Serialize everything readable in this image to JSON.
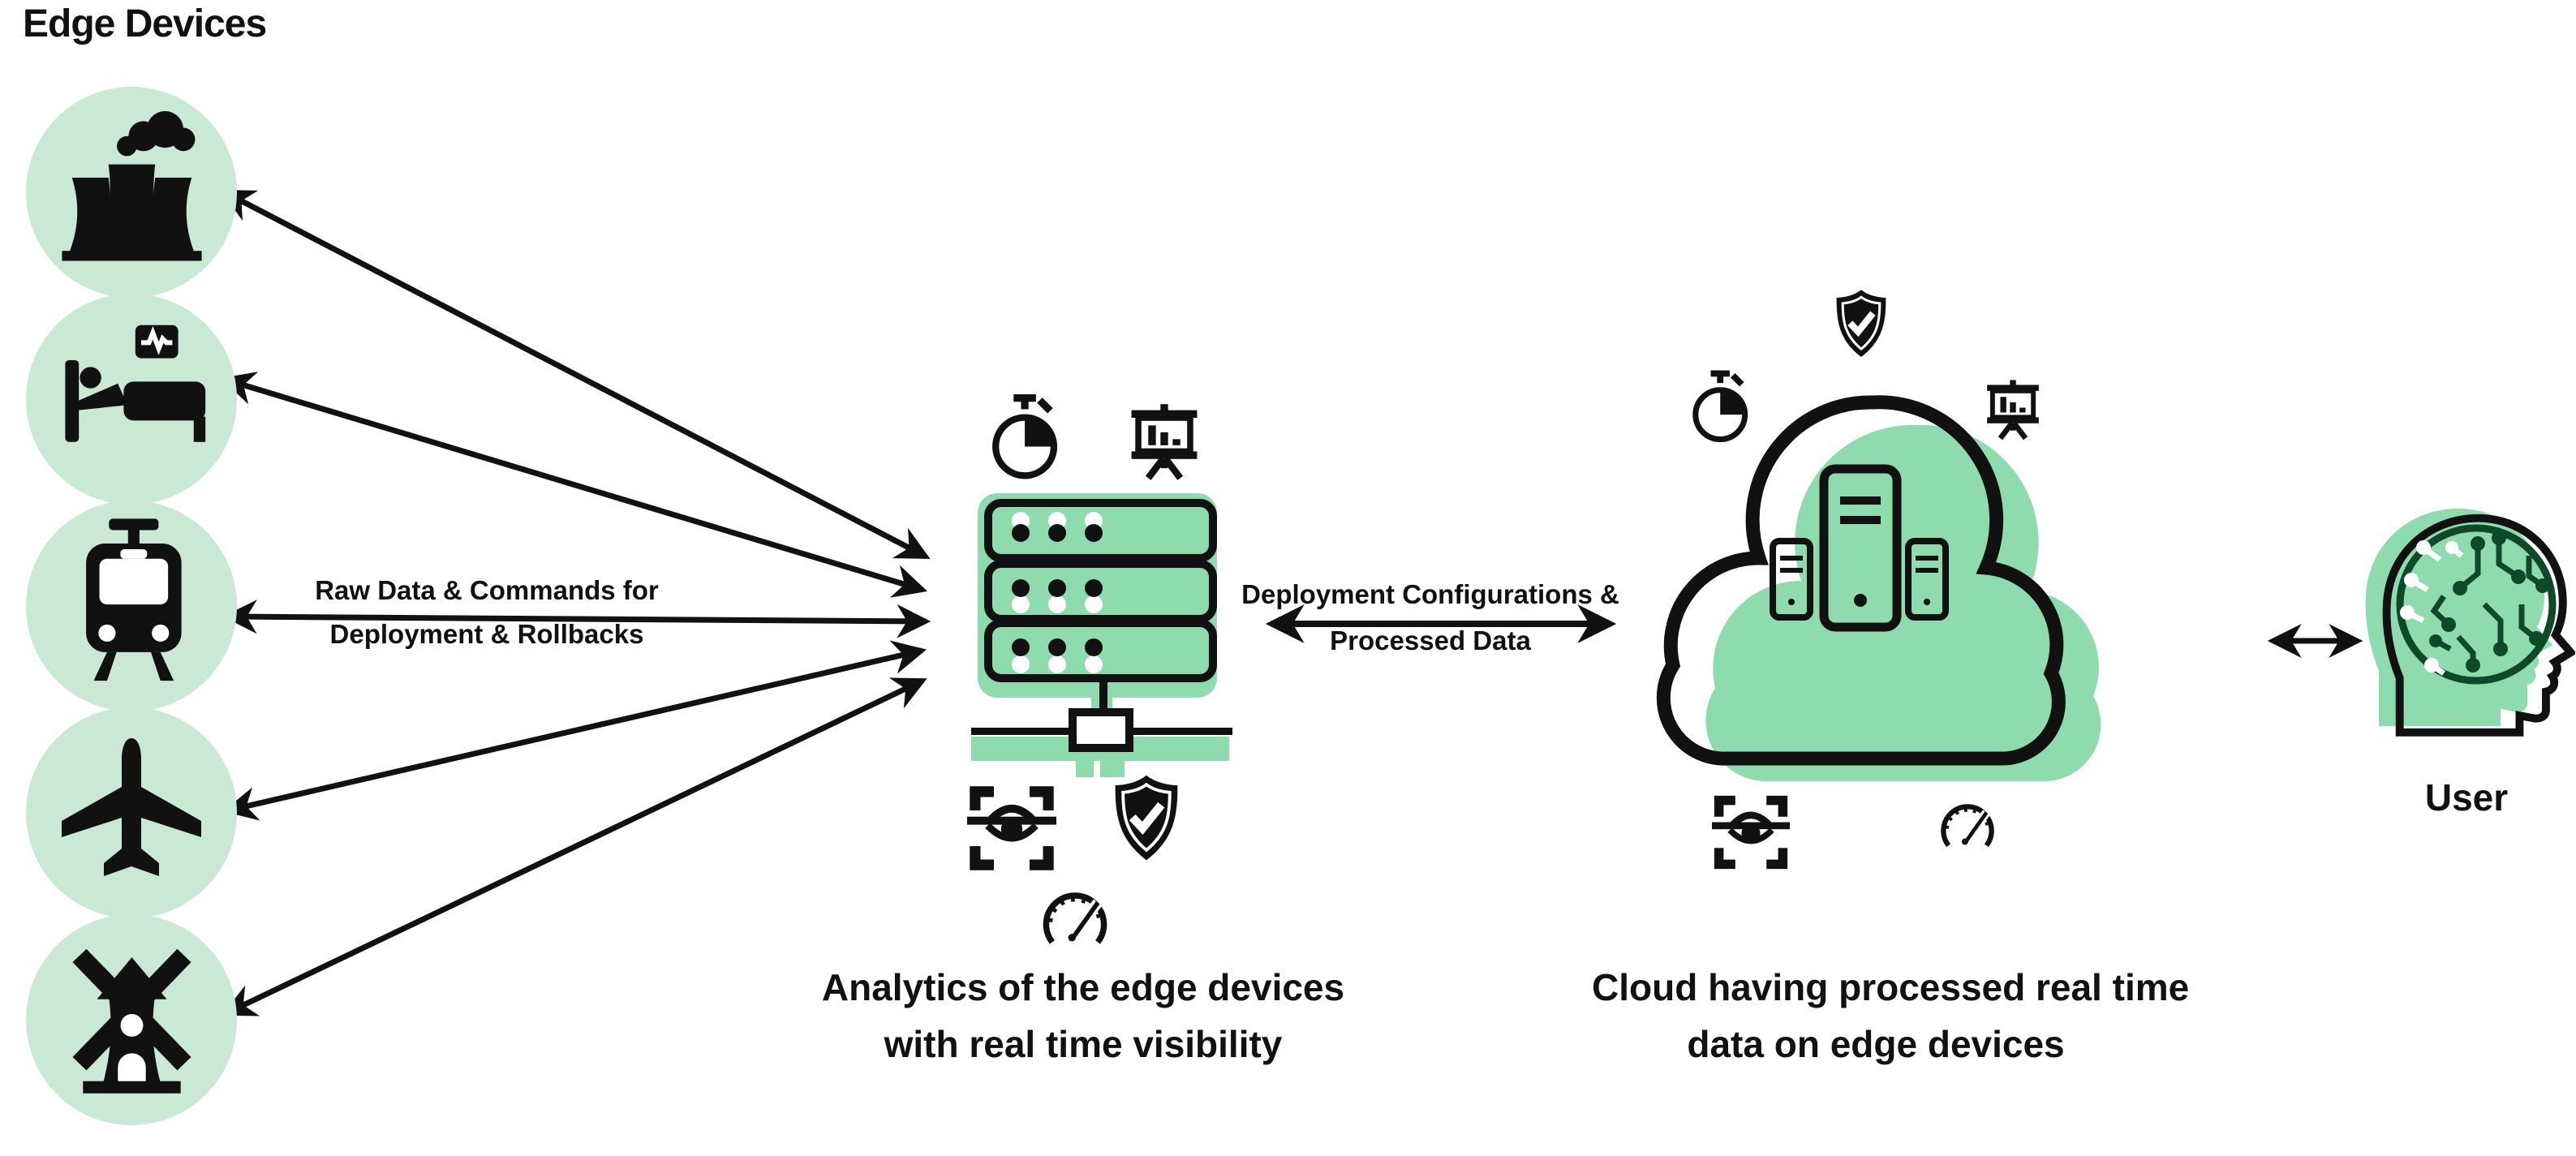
{
  "title": "Edge Devices",
  "colors": {
    "light_green": "#c9e9d5",
    "green": "#8edcae",
    "circuit_green": "#0e4a29",
    "ink": "#111111"
  },
  "edge_devices": {
    "items": [
      {
        "icon": "power-plant-icon"
      },
      {
        "icon": "hospital-bed-icon"
      },
      {
        "icon": "tram-icon"
      },
      {
        "icon": "airplane-icon"
      },
      {
        "icon": "windmill-icon"
      }
    ]
  },
  "connections": {
    "devices_to_edge": {
      "line1": "Raw Data & Commands for",
      "line2": "Deployment & Rollbacks"
    },
    "edge_to_cloud": {
      "line1": "Deployment Configurations &",
      "line2": "Processed Data"
    }
  },
  "edge_server": {
    "icons": [
      "stopwatch-icon",
      "presentation-chart-icon",
      "server-rack-icon",
      "eye-scan-icon",
      "shield-check-icon",
      "speedometer-icon"
    ],
    "caption_line1": "Analytics of the edge devices",
    "caption_line2": "with real time visibility"
  },
  "cloud": {
    "icons": [
      "shield-check-icon",
      "stopwatch-icon",
      "presentation-chart-icon",
      "cloud-servers-icon",
      "eye-scan-icon",
      "speedometer-icon"
    ],
    "caption_line1": "Cloud having processed real time",
    "caption_line2": "data on edge devices"
  },
  "user": {
    "label": "User"
  }
}
